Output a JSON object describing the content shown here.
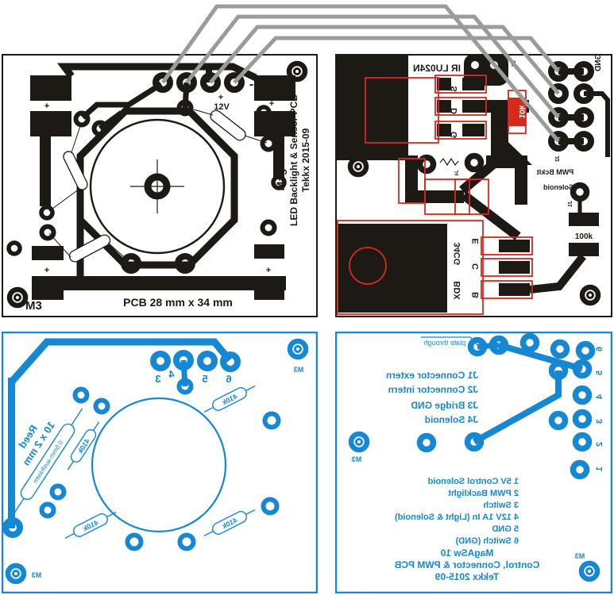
{
  "colors": {
    "copper_black": "#1d1a15",
    "overlay_red": "#d8291d",
    "solder_blue": "#1687d2",
    "wire_gray": "#9b9b9b"
  },
  "tl": {
    "plus": "+",
    "minus": "-",
    "v12": "12V",
    "title1": "MagASw 11",
    "title2": "LED Backlight & Sensor PCB",
    "title3": "Tekkx 2015-09",
    "size_label": "PCB 28 mm x 34 mm",
    "m3": "M3"
  },
  "tr": {
    "chip": "IR LU024N",
    "pin_s": "S",
    "pin_d": "D",
    "pin_g": "G",
    "j1": "J1",
    "j2": "J2",
    "j3": "J3",
    "j4": "J4",
    "gnd": "GND",
    "plus": "+",
    "r10k": "10k",
    "r100k": "100k",
    "pwm": "PWM Bcklt",
    "solenoid": "Solenoid",
    "bdx1": "BDX",
    "bdx2": "34CG",
    "pin_b": "B",
    "pin_c": "C",
    "pin_e": "E"
  },
  "bl": {
    "n3": "3",
    "n4": "4",
    "n5": "5",
    "n6": "6",
    "r410k": "410k",
    "reed1": "Reed",
    "reed2": "10 x 2 mm",
    "mill_note": "0,5mm-ausfräsen",
    "m3": "M3"
  },
  "br": {
    "plate_through": "plate through",
    "j_list": [
      "J1 Connector extern",
      "J2 Connector intern",
      "J3 Bridge GND",
      "J4 Solenoid"
    ],
    "pin_list": [
      "1 5V Control Solenoid",
      "2 PWM Backlight",
      "3 Switch",
      "4 12V 1A In (Light & Solenoid)",
      "5 GND",
      "6 Switch (GND)"
    ],
    "titles": [
      "MagASw 10",
      "Control, Connector & PWM PCB",
      "Tekkx 2015-09"
    ],
    "nums": [
      "6",
      "5",
      "4",
      "3",
      "2",
      "1"
    ],
    "m3": "M3"
  }
}
